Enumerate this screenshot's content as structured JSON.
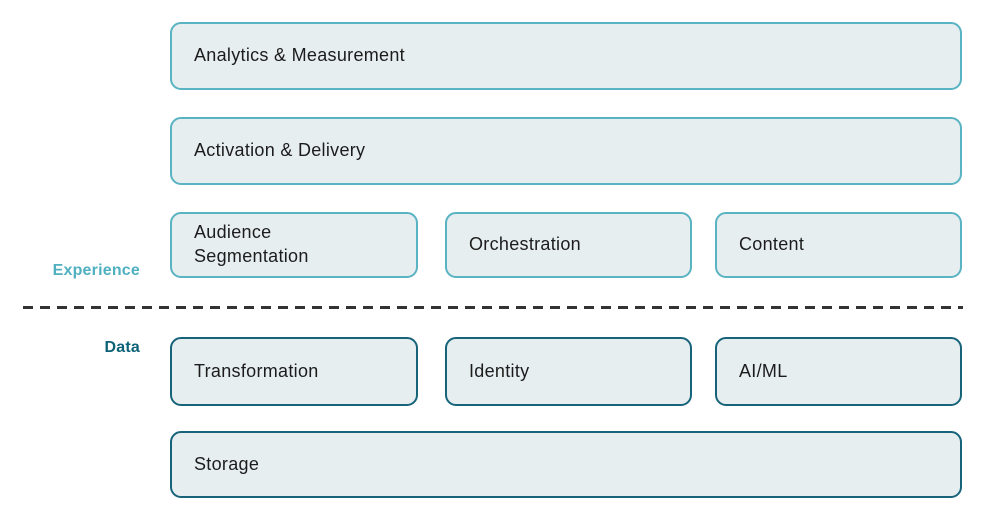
{
  "diagram": {
    "section_labels": {
      "experience": "Experience",
      "data": "Data"
    },
    "experience_layer": {
      "analytics": "Analytics & Measurement",
      "activation": "Activation & Delivery",
      "audience": "Audience Segmentation",
      "orchestration": "Orchestration",
      "content": "Content"
    },
    "data_layer": {
      "transformation": "Transformation",
      "identity": "Identity",
      "ai_ml": "AI/ML",
      "storage": "Storage"
    },
    "colors": {
      "experience_border": "#5ab3c2",
      "data_border": "#17647a",
      "box_fill": "#e7eef0",
      "experience_label": "#4fb0c0",
      "data_label": "#0e6277",
      "divider": "#333333",
      "box_text": "#1c1c1c",
      "background": "#ffffff"
    }
  }
}
